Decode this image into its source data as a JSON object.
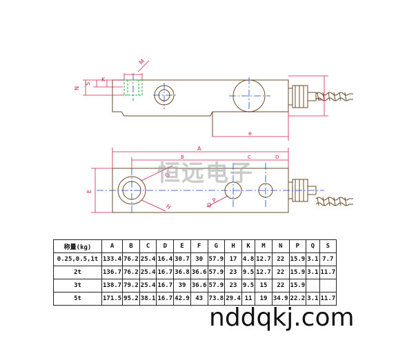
{
  "drawing": {
    "top_labels": {
      "N": "N",
      "S": "S",
      "K": "K",
      "M": "M",
      "e": "e",
      "F": "F"
    },
    "bottom_labels": {
      "A": "A",
      "B": "B",
      "C": "C",
      "D": "D",
      "E": "E",
      "G": "G",
      "H": "H",
      "P": "P",
      "Q": "Q"
    }
  },
  "watermark": "恒远电子",
  "table": {
    "headers": [
      "称量(kg)",
      "A",
      "B",
      "C",
      "D",
      "E",
      "F",
      "G",
      "H",
      "K",
      "M",
      "N",
      "P",
      "Q",
      "S"
    ],
    "rows": [
      [
        "0.25,0.5,1t",
        "133.4",
        "76.2",
        "25.4",
        "16.4",
        "30.7",
        "30",
        "57.9",
        "17",
        "4.8",
        "12.7",
        "22",
        "15.9",
        "3.1",
        "7.7"
      ],
      [
        "2t",
        "136.7",
        "76.2",
        "25.4",
        "16.7",
        "36.8",
        "36.6",
        "57.9",
        "23",
        "9.5",
        "12.7",
        "22",
        "15.9",
        "3.1",
        "11.7"
      ],
      [
        "3t",
        "138.7",
        "79.2",
        "25.4",
        "16.7",
        "39",
        "36.6",
        "57.9",
        "23",
        "9.5",
        "15",
        "22",
        "15.9",
        "",
        ""
      ],
      [
        "5t",
        "171.5",
        "95.2",
        "38.1",
        "16.7",
        "42.9",
        "43",
        "73.8",
        "29.4",
        "11",
        "19",
        "34.9",
        "22.2",
        "3.1",
        "11.7"
      ]
    ]
  },
  "footer": "nddqkj.com",
  "colors": {
    "outline": "#6b4a2a",
    "dimension": "#cc2244",
    "centerline": "#1144cc",
    "hidden": "#22aa44"
  }
}
